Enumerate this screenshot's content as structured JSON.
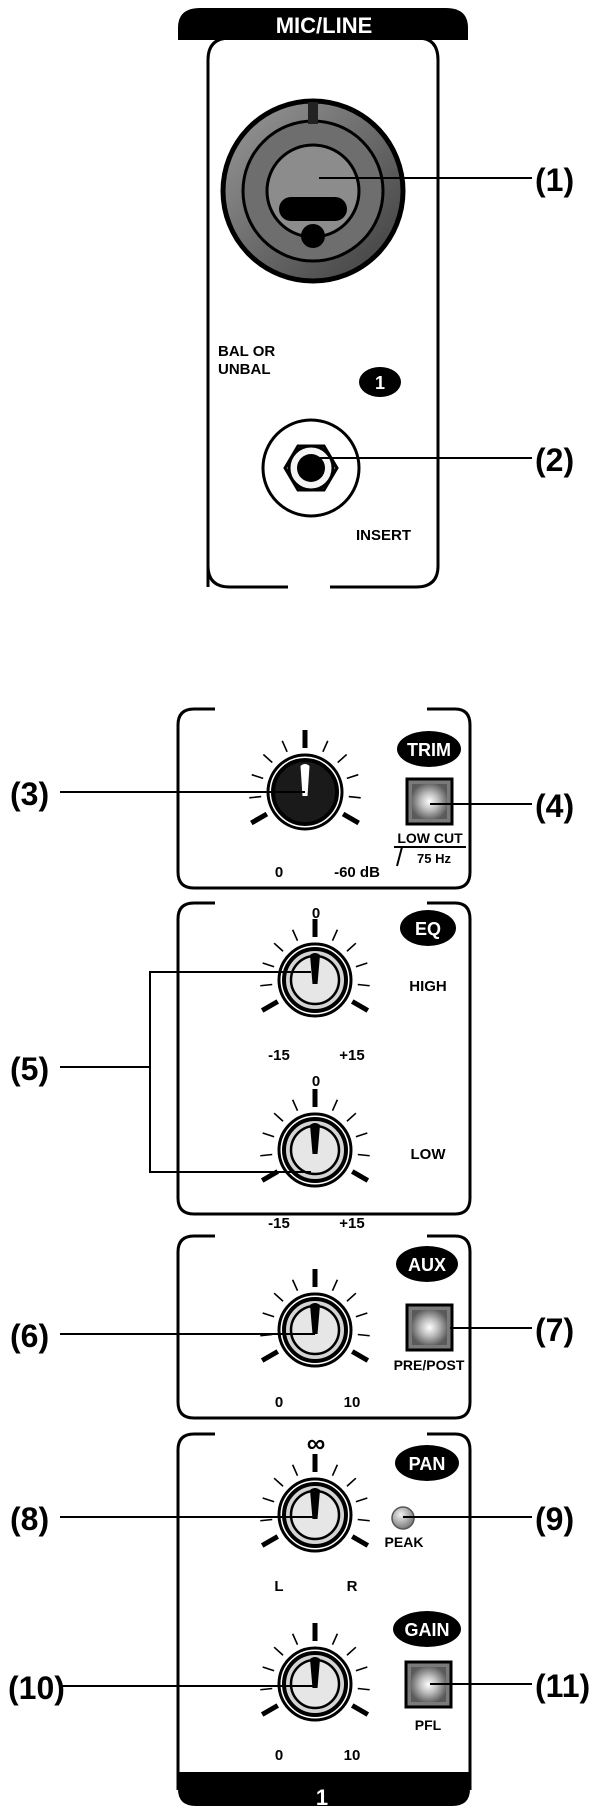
{
  "header_label": "MIC/LINE",
  "footer_channel": "1",
  "xlr": {
    "label_line1": "BAL OR",
    "label_line2": "UNBAL",
    "channel_badge": "1"
  },
  "insert": {
    "label": "INSERT"
  },
  "trim": {
    "section_tag": "TRIM",
    "scale_min": "0",
    "scale_max": "-60 dB"
  },
  "low_cut": {
    "label": "LOW CUT",
    "sub_label": "75 Hz"
  },
  "eq": {
    "section_tag": "EQ",
    "high": {
      "label": "HIGH",
      "top": "0",
      "min": "-15",
      "max": "+15"
    },
    "low": {
      "label": "LOW",
      "top": "0",
      "min": "-15",
      "max": "+15"
    }
  },
  "aux": {
    "section_tag": "AUX",
    "button_label": "PRE/POST",
    "scale_min": "0",
    "scale_max": "10"
  },
  "pan": {
    "section_tag": "PAN",
    "top_symbol": "∞",
    "left": "L",
    "right": "R"
  },
  "peak": {
    "label": "PEAK"
  },
  "gain": {
    "section_tag": "GAIN",
    "button_label": "PFL",
    "scale_min": "0",
    "scale_max": "10"
  },
  "callouts": {
    "c1": "(1)",
    "c2": "(2)",
    "c3": "(3)",
    "c4": "(4)",
    "c5": "(5)",
    "c6": "(6)",
    "c7": "(7)",
    "c8": "(8)",
    "c9": "(9)",
    "c10": "(10)",
    "c11": "(11)"
  },
  "colors": {
    "ink": "#000000",
    "knob_cap": "#d4d4d4",
    "trim_knob": "#1a1a1a",
    "button_face": "#8a8a8a"
  }
}
